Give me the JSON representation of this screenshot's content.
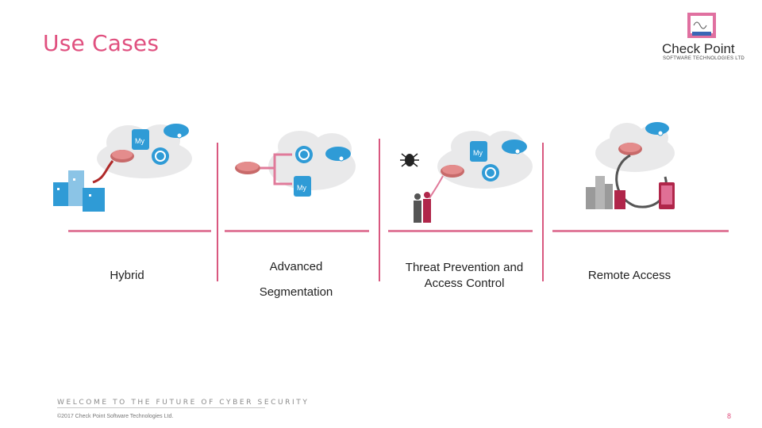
{
  "header": {
    "title": "Use Cases"
  },
  "logo": {
    "name": "Check Point",
    "tagline": "SOFTWARE TECHNOLOGIES LTD"
  },
  "use_cases": [
    {
      "label": "Hybrid"
    },
    {
      "label_line1": "Advanced",
      "label_line2": "Segmentation"
    },
    {
      "label_line1": "Threat Prevention and",
      "label_line2": "Access Control"
    },
    {
      "label": "Remote Access"
    }
  ],
  "footer": {
    "banner": "WELCOME TO THE FUTURE OF CYBER SECURITY",
    "copyright": "©2017 Check Point Software Technologies Ltd.",
    "page_number": "8"
  },
  "colors": {
    "accent": "#e0507f",
    "divider": "#d9587f",
    "cloud": "#e9e9ea",
    "cloud_icon": "#2f9bd6",
    "gateway": "#c86a6a"
  },
  "icons": [
    "cloud-icon",
    "database-icon",
    "globe-icon",
    "gateway-icon",
    "buildings-icon",
    "bug-icon",
    "users-icon",
    "mobile-icon"
  ]
}
